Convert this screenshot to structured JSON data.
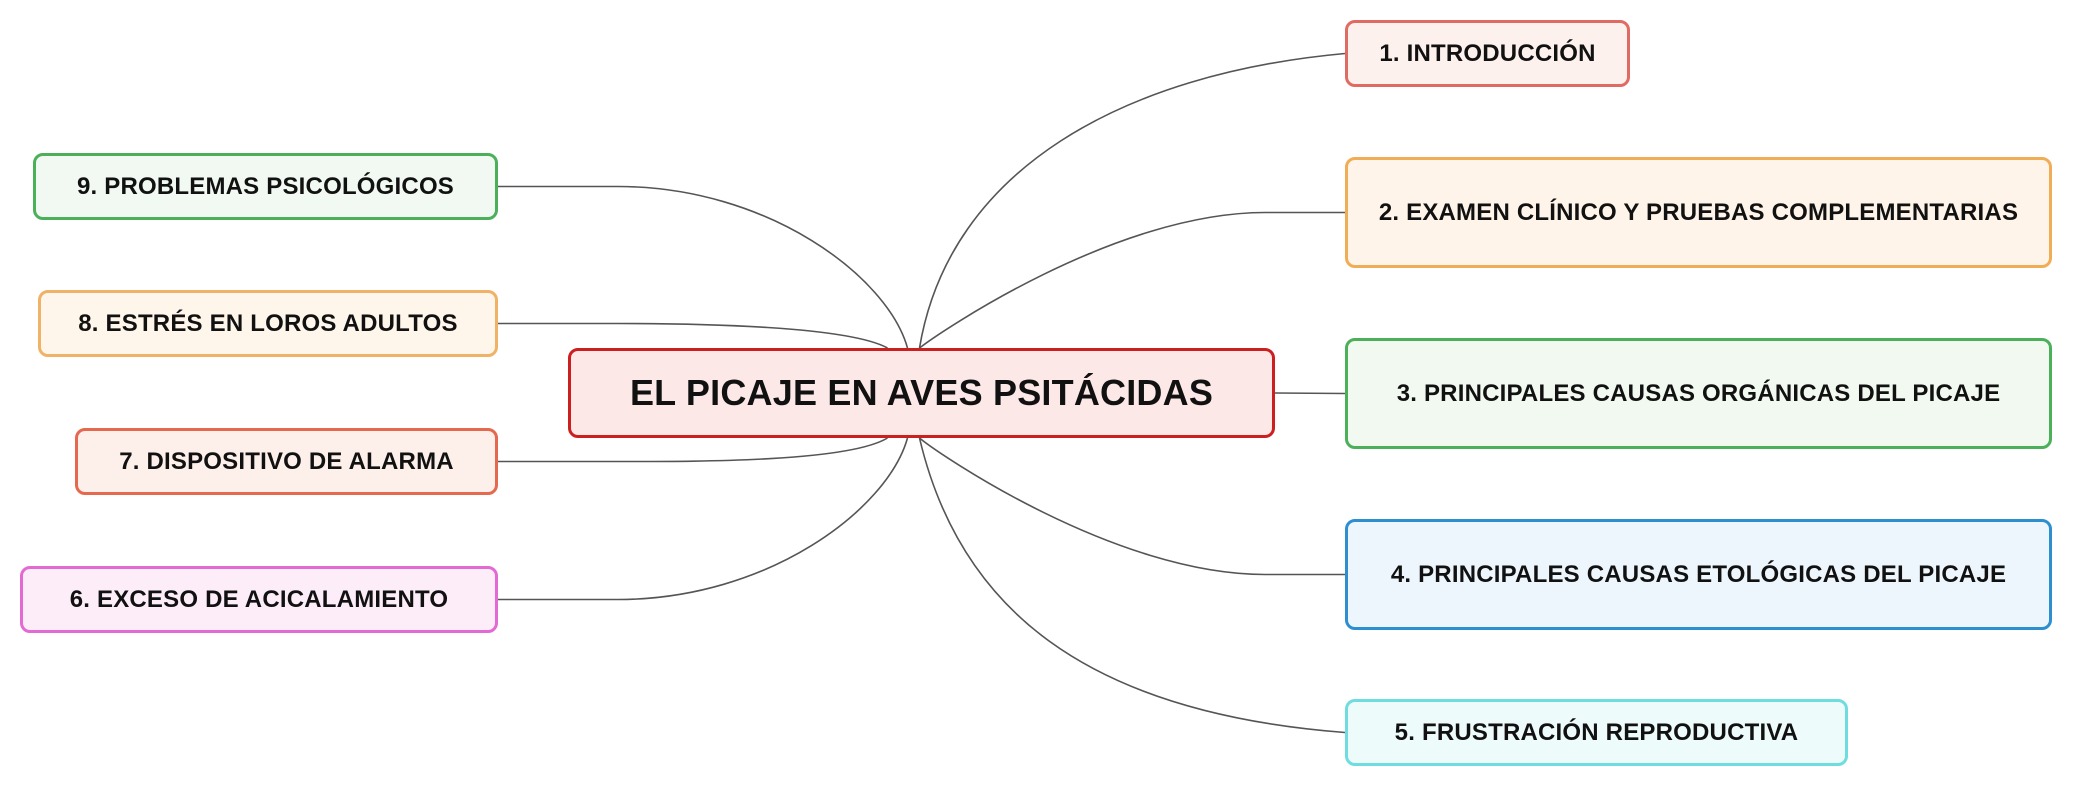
{
  "center": {
    "label": "EL PICAJE EN AVES PSITÁCIDAS",
    "border": "#cc1f1f",
    "fill": "#fde8e8"
  },
  "topics": [
    {
      "label": "1. INTRODUCCIÓN",
      "border": "#e06b62",
      "fill": "#fdf1ee"
    },
    {
      "label": "2. EXAMEN CLÍNICO Y PRUEBAS COMPLEMENTARIAS",
      "border": "#f0ad56",
      "fill": "#fef4e9"
    },
    {
      "label": "3. PRINCIPALES CAUSAS ORGÁNICAS DEL PICAJE",
      "border": "#4caf5a",
      "fill": "#f1f9f1"
    },
    {
      "label": "4. PRINCIPALES CAUSAS ETOLÓGICAS DEL PICAJE",
      "border": "#2d8fd0",
      "fill": "#eef6fd"
    },
    {
      "label": "5. FRUSTRACIÓN REPRODUCTIVA",
      "border": "#6fdde0",
      "fill": "#eefbfb"
    },
    {
      "label": "6. EXCESO DE ACICALAMIENTO",
      "border": "#e36ad3",
      "fill": "#fcedf9"
    },
    {
      "label": "7. DISPOSITIVO DE ALARMA",
      "border": "#e4694f",
      "fill": "#fdefea"
    },
    {
      "label": "8. ESTRÉS EN LOROS ADULTOS",
      "border": "#f0b266",
      "fill": "#fef5eb"
    },
    {
      "label": "9. PROBLEMAS PSICOLÓGICOS",
      "border": "#4caf5a",
      "fill": "#f1f9f2"
    }
  ]
}
